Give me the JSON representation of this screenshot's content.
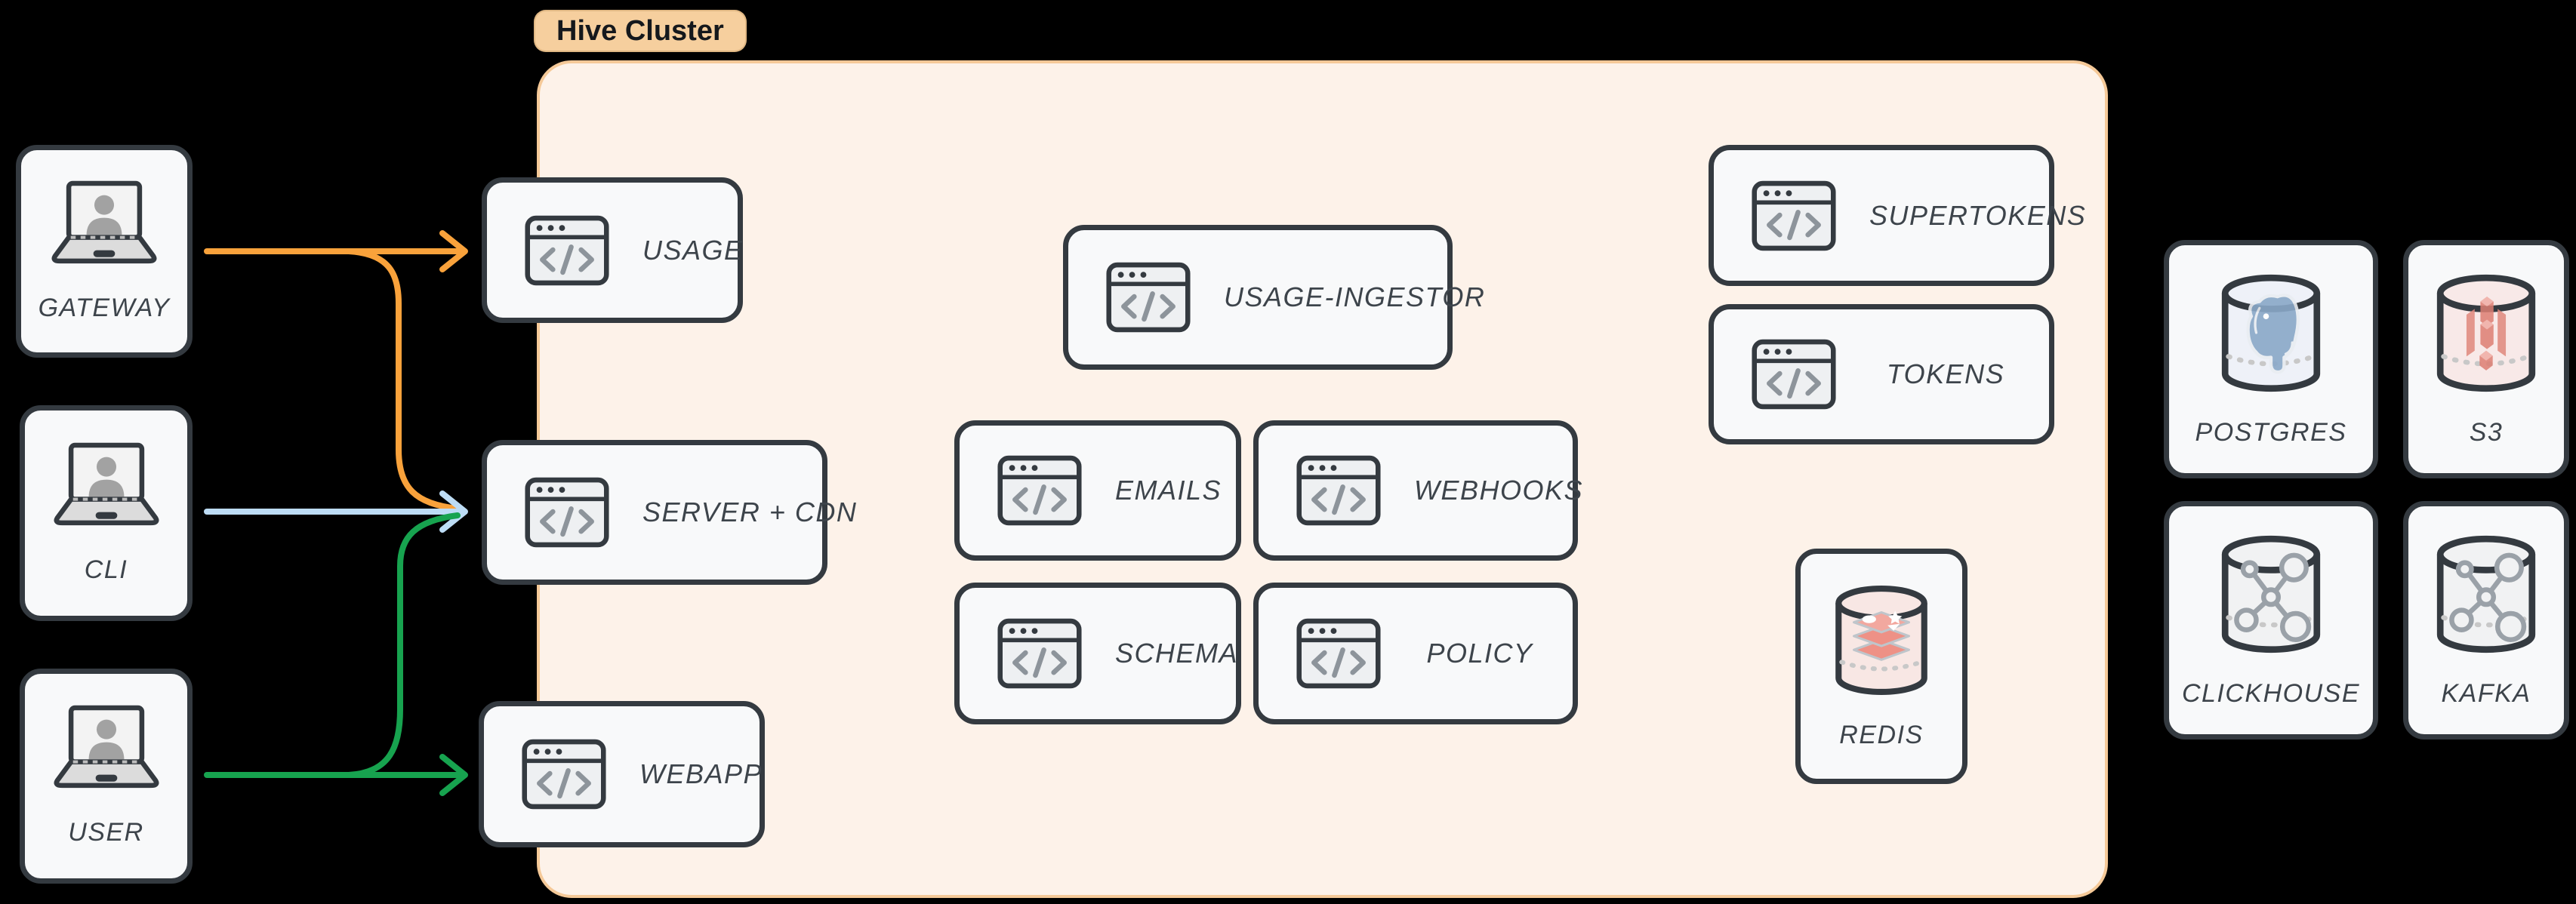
{
  "cluster": {
    "label": "Hive Cluster"
  },
  "nodes": {
    "gateway": {
      "label": "GATEWAY"
    },
    "cli": {
      "label": "CLI"
    },
    "user": {
      "label": "USER"
    },
    "usage": {
      "label": "USAGE"
    },
    "server_cdn": {
      "label": "SERVER + CDN"
    },
    "webapp": {
      "label": "WEBAPP"
    },
    "usage_ingestor": {
      "label": "USAGE-INGESTOR"
    },
    "emails": {
      "label": "EMAILS"
    },
    "webhooks": {
      "label": "WEBHOOKS"
    },
    "schema": {
      "label": "SCHEMA"
    },
    "policy": {
      "label": "POLICY"
    },
    "supertokens": {
      "label": "SUPERTOKENS"
    },
    "tokens": {
      "label": "TOKENS"
    },
    "redis": {
      "label": "REDIS"
    },
    "postgres": {
      "label": "POSTGRES"
    },
    "s3": {
      "label": "S3"
    },
    "clickhouse": {
      "label": "CLICKHOUSE"
    },
    "kafka": {
      "label": "KAFKA"
    }
  },
  "edges": [
    {
      "id": "gateway-usage",
      "from": "GATEWAY",
      "to": "USAGE",
      "color": "#f9a23b"
    },
    {
      "id": "gateway-server-cdn",
      "from": "GATEWAY",
      "to": "SERVER + CDN",
      "color": "#f9a23b"
    },
    {
      "id": "cli-server-cdn",
      "from": "CLI",
      "to": "SERVER + CDN",
      "color": "#bddcf5"
    },
    {
      "id": "user-server-cdn",
      "from": "USER",
      "to": "SERVER + CDN",
      "color": "#17a34f"
    },
    {
      "id": "user-webapp",
      "from": "USER",
      "to": "WEBAPP",
      "color": "#17a34f"
    }
  ],
  "colors": {
    "background": "#000000",
    "node_fill": "#f8f9fa",
    "node_border": "#343a40",
    "label_text": "#3d444b",
    "cluster_fill": "#fdf2e9",
    "cluster_border": "#f5c998",
    "cluster_tab_fill": "#f6cf9e",
    "cluster_tab_text": "#15181c",
    "icon_gray": "#8d949b",
    "edge_orange": "#f9a23b",
    "edge_blue": "#bddcf5",
    "edge_green": "#17a34f",
    "postgres_blue": "#8aa8c8",
    "redis_salmon": "#f0958a",
    "s3_salmon": "#e0887d",
    "molecule_gray": "#9aa1a8"
  }
}
